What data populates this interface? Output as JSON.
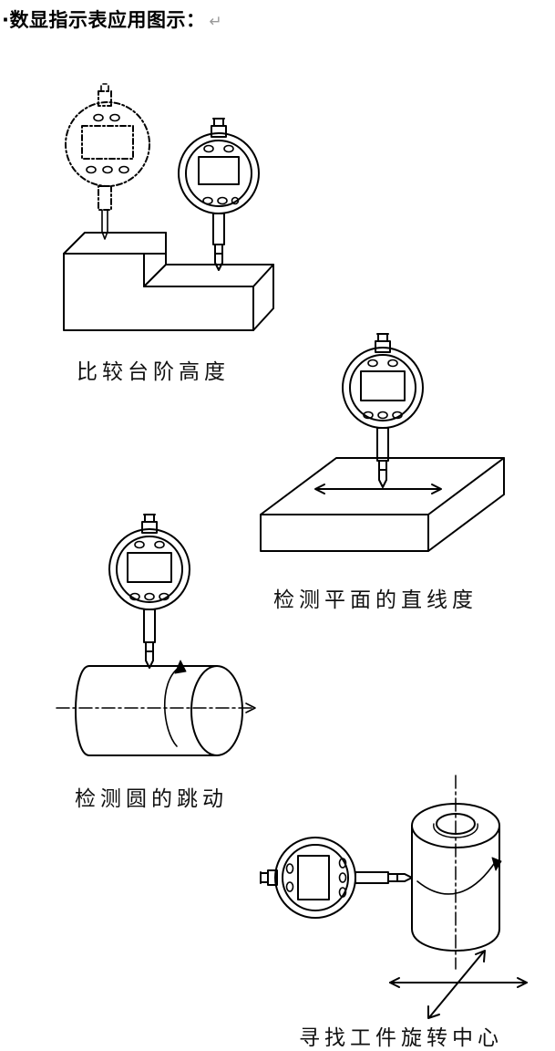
{
  "heading": {
    "text": "·数显指示表应用图示：",
    "return_mark": "↵"
  },
  "captions": {
    "step_height": "比较台阶高度",
    "flatness": "检测平面的直线度",
    "runout": "检测圆的跳动",
    "center": "寻找工件旋转中心"
  }
}
